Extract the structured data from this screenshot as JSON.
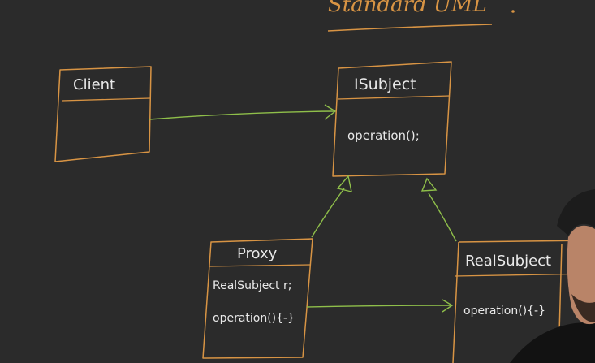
{
  "title": "Standard UML",
  "colors": {
    "background": "#2b2b2b",
    "box_outline": "#d89444",
    "arrow": "#8fbf4a",
    "text": "#e9e9e9"
  },
  "classes": {
    "client": {
      "name": "Client",
      "members": []
    },
    "isubject": {
      "name": "ISubject",
      "members": [
        "operation();"
      ]
    },
    "proxy": {
      "name": "Proxy",
      "members": [
        "RealSubject r;",
        "operation(){-}"
      ]
    },
    "realsubject": {
      "name": "RealSubject",
      "members": [
        "operation(){-}"
      ]
    }
  },
  "relations": [
    {
      "from": "Client",
      "to": "ISubject",
      "kind": "association"
    },
    {
      "from": "Proxy",
      "to": "ISubject",
      "kind": "realization"
    },
    {
      "from": "RealSubject",
      "to": "ISubject",
      "kind": "realization"
    },
    {
      "from": "Proxy",
      "to": "RealSubject",
      "kind": "association"
    }
  ]
}
